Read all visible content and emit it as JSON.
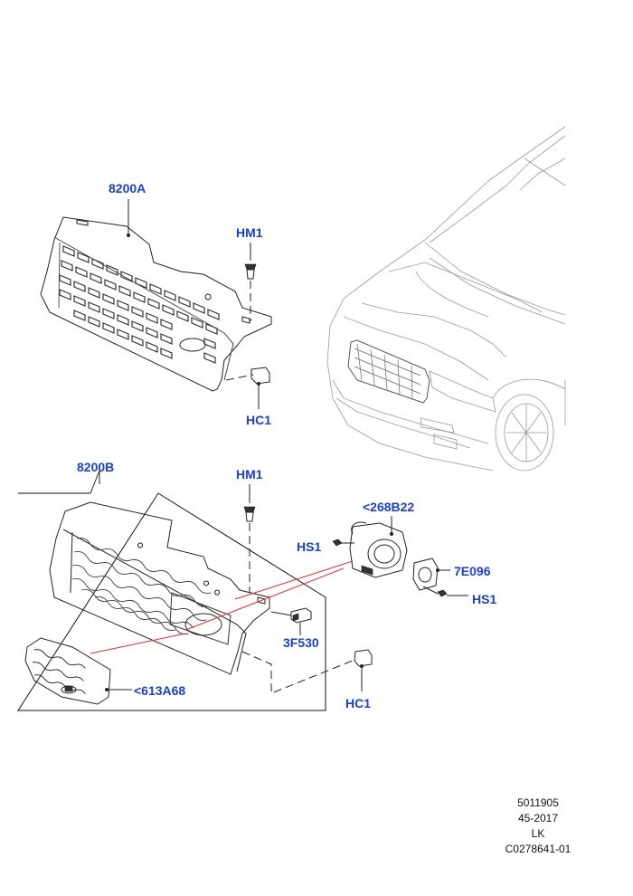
{
  "diagram": {
    "callouts": {
      "grille_a": "8200A",
      "hm1_top": "HM1",
      "hc1_top": "HC1",
      "grille_b": "8200B",
      "hm1_bottom": "HM1",
      "camera": "<268B22",
      "hs1_left": "HS1",
      "bracket": "7E096",
      "hs1_right": "HS1",
      "sensor": "3F530",
      "insert": "<613A68",
      "hc1_bottom": "HC1"
    },
    "colors": {
      "callout": "#1a3fd6",
      "leader_red": "#e0302a"
    },
    "footer": {
      "line1": "5011905",
      "line2": "45-2017",
      "line3": "LK",
      "line4": "C0278641-01"
    }
  }
}
